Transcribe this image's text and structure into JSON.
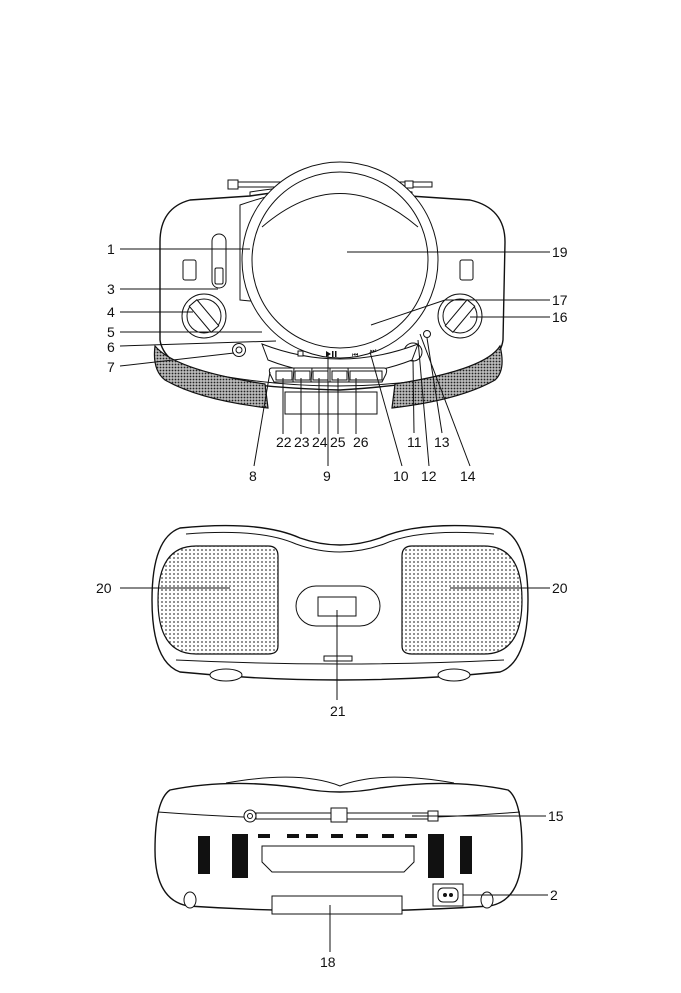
{
  "front_view": {
    "callouts_left": {
      "c1": "1",
      "c3": "3",
      "c4": "4",
      "c5": "5",
      "c6": "6",
      "c7": "7"
    },
    "callouts_right": {
      "c19": "19",
      "c17": "17",
      "c16": "16"
    },
    "callouts_bottom": {
      "c22": "22",
      "c23": "23",
      "c24": "24",
      "c25": "25",
      "c26": "26",
      "c8": "8",
      "c9": "9",
      "c10": "10",
      "c11": "11",
      "c12": "12",
      "c13": "13",
      "c14": "14"
    },
    "icons": {
      "stop": "stop-icon",
      "play_pause": "play-pause-icon",
      "skip": "skip-icon"
    }
  },
  "back_view": {
    "callouts": {
      "c20_left": "20",
      "c20_right": "20",
      "c21": "21"
    }
  },
  "bottom_view": {
    "callouts": {
      "c15": "15",
      "c2": "2",
      "c18": "18"
    }
  }
}
